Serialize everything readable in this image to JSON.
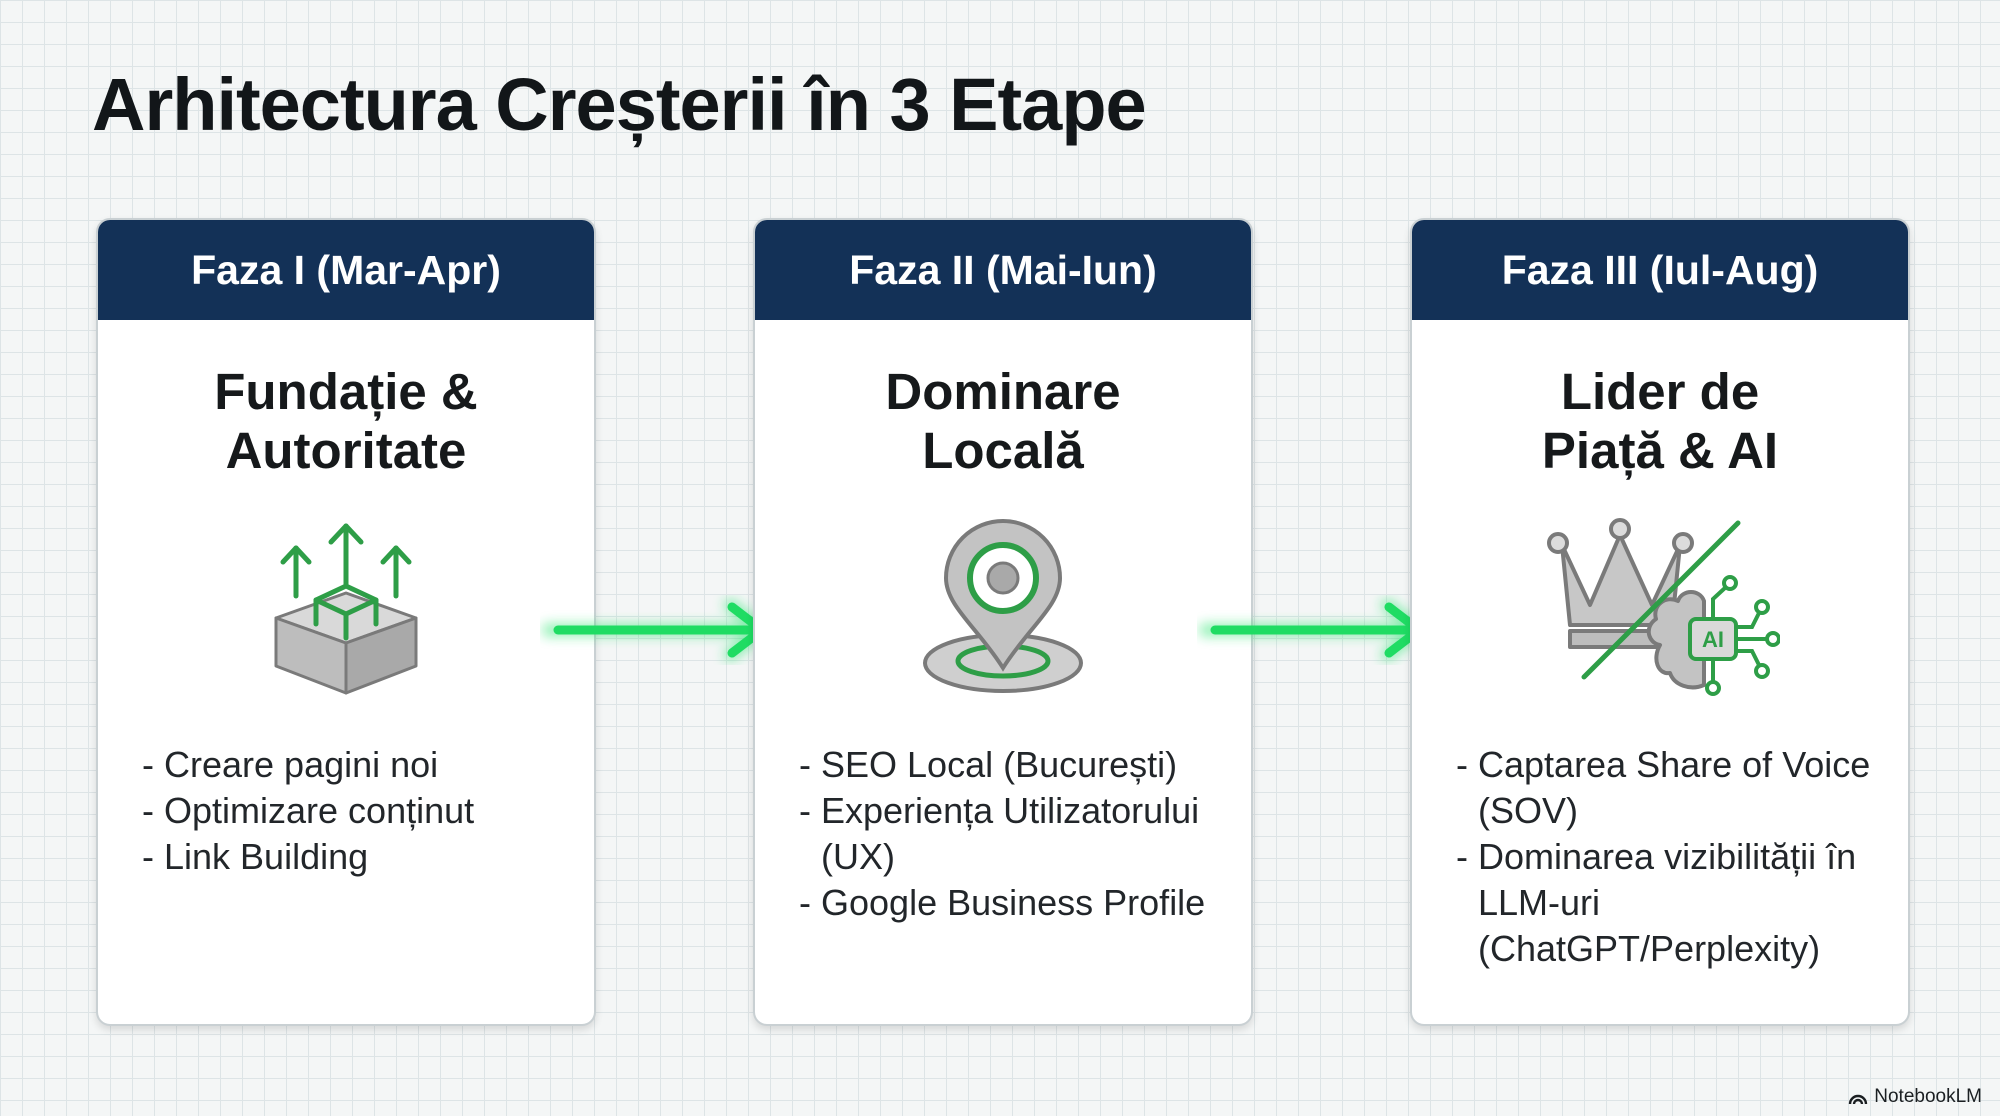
{
  "title": "Arhitectura Creșterii în 3 Etape",
  "phases": [
    {
      "header": "Faza I (Mar-Apr)",
      "title": "Fundație &\nAutoritate",
      "icon": "growth-box-icon",
      "bullets": [
        "Creare pagini noi",
        "Optimizare conținut",
        "Link Building"
      ]
    },
    {
      "header": "Faza II (Mai-Iun)",
      "title": "Dominare\nLocală",
      "icon": "location-pin-icon",
      "bullets": [
        "SEO Local (București)",
        "Experiența Utilizatorului (UX)",
        "Google Business Profile"
      ]
    },
    {
      "header": "Faza III (Iul-Aug)",
      "title": "Lider de\nPiață & AI",
      "icon": "crown-ai-icon",
      "bullets": [
        "Captarea Share of Voice (SOV)",
        "Dominarea vizibilității în LLM-uri (ChatGPT/Perplexity)"
      ]
    }
  ],
  "brand": "NotebookLM",
  "colors": {
    "header": "#133157",
    "accent": "#2e9e47",
    "arrow": "#22e36a",
    "icon_gray": "#c3c3c3"
  }
}
